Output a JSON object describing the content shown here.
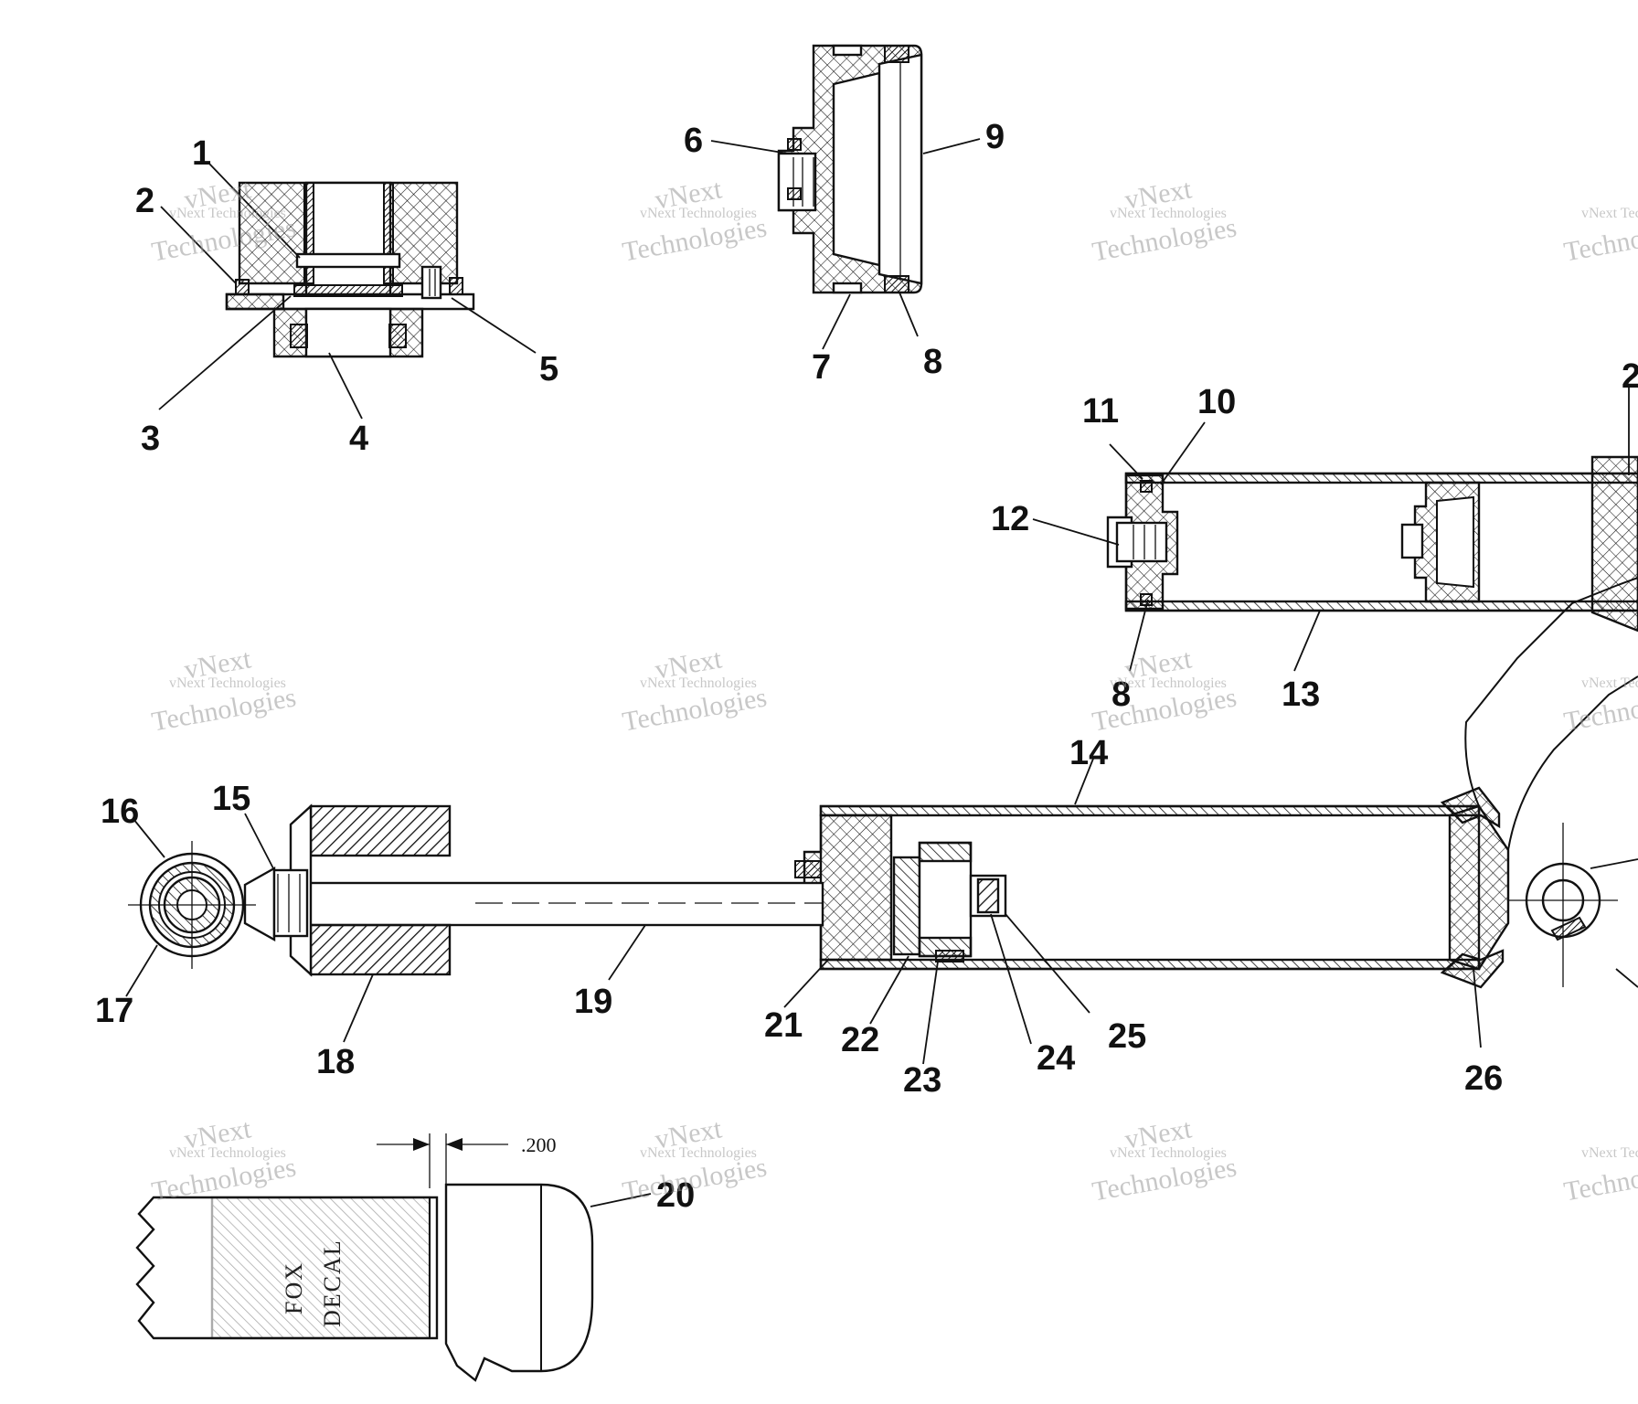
{
  "callouts": [
    {
      "id": "1",
      "text": "1"
    },
    {
      "id": "2",
      "text": "2"
    },
    {
      "id": "3",
      "text": "3"
    },
    {
      "id": "4",
      "text": "4"
    },
    {
      "id": "5",
      "text": "5"
    },
    {
      "id": "6",
      "text": "6"
    },
    {
      "id": "7",
      "text": "7"
    },
    {
      "id": "8",
      "text": "8"
    },
    {
      "id": "9",
      "text": "9"
    },
    {
      "id": "10",
      "text": "10"
    },
    {
      "id": "11",
      "text": "11"
    },
    {
      "id": "12",
      "text": "12"
    },
    {
      "id": "8b",
      "text": "8"
    },
    {
      "id": "13",
      "text": "13"
    },
    {
      "id": "14",
      "text": "14"
    },
    {
      "id": "15",
      "text": "15"
    },
    {
      "id": "16",
      "text": "16"
    },
    {
      "id": "17",
      "text": "17"
    },
    {
      "id": "18",
      "text": "18"
    },
    {
      "id": "19",
      "text": "19"
    },
    {
      "id": "20",
      "text": "20"
    },
    {
      "id": "21",
      "text": "21"
    },
    {
      "id": "22",
      "text": "22"
    },
    {
      "id": "23",
      "text": "23"
    },
    {
      "id": "24",
      "text": "24"
    },
    {
      "id": "25",
      "text": "25"
    },
    {
      "id": "26",
      "text": "26"
    },
    {
      "id": "2b",
      "text": "2"
    }
  ],
  "dimension": {
    "text": ".200"
  },
  "decal": {
    "line1": "FOX",
    "line2": "DECAL"
  },
  "watermark": {
    "line1": "vNext Technologies",
    "line2": "Technologies",
    "line3": "vNext"
  }
}
